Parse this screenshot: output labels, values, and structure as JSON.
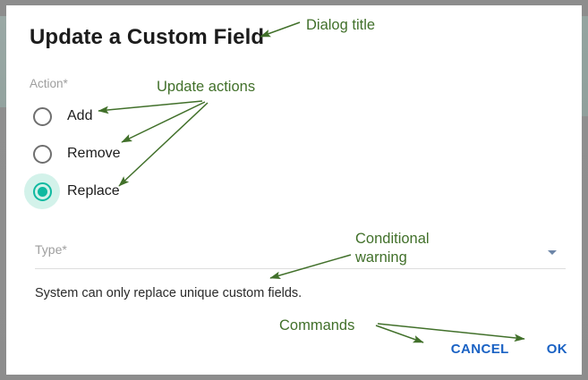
{
  "window": {
    "background_color": "#ffffff",
    "border_color": "#8d8d8d"
  },
  "dialog": {
    "title": "Update a Custom Field",
    "action": {
      "label": "Action*",
      "options": [
        {
          "label": "Add",
          "selected": false
        },
        {
          "label": "Remove",
          "selected": false
        },
        {
          "label": "Replace",
          "selected": true
        }
      ],
      "selected_value": "Replace",
      "selected_color": "#0fb9a0",
      "selected_halo_color": "#d3f2ea",
      "unselected_color": "#6f6f6f"
    },
    "type_field": {
      "label": "Type*",
      "value": "",
      "caret_icon": "chevron-down-icon"
    },
    "warning": {
      "text": "System can only replace unique custom fields."
    },
    "commands": {
      "cancel_label": "CANCEL",
      "ok_label": "OK",
      "link_color": "#1a62c4"
    }
  },
  "annotations": {
    "color": "#41702a",
    "items": [
      {
        "text": "Dialog title"
      },
      {
        "text": "Update actions"
      },
      {
        "text": "Conditional\nwarning"
      },
      {
        "text": "Commands"
      }
    ]
  }
}
